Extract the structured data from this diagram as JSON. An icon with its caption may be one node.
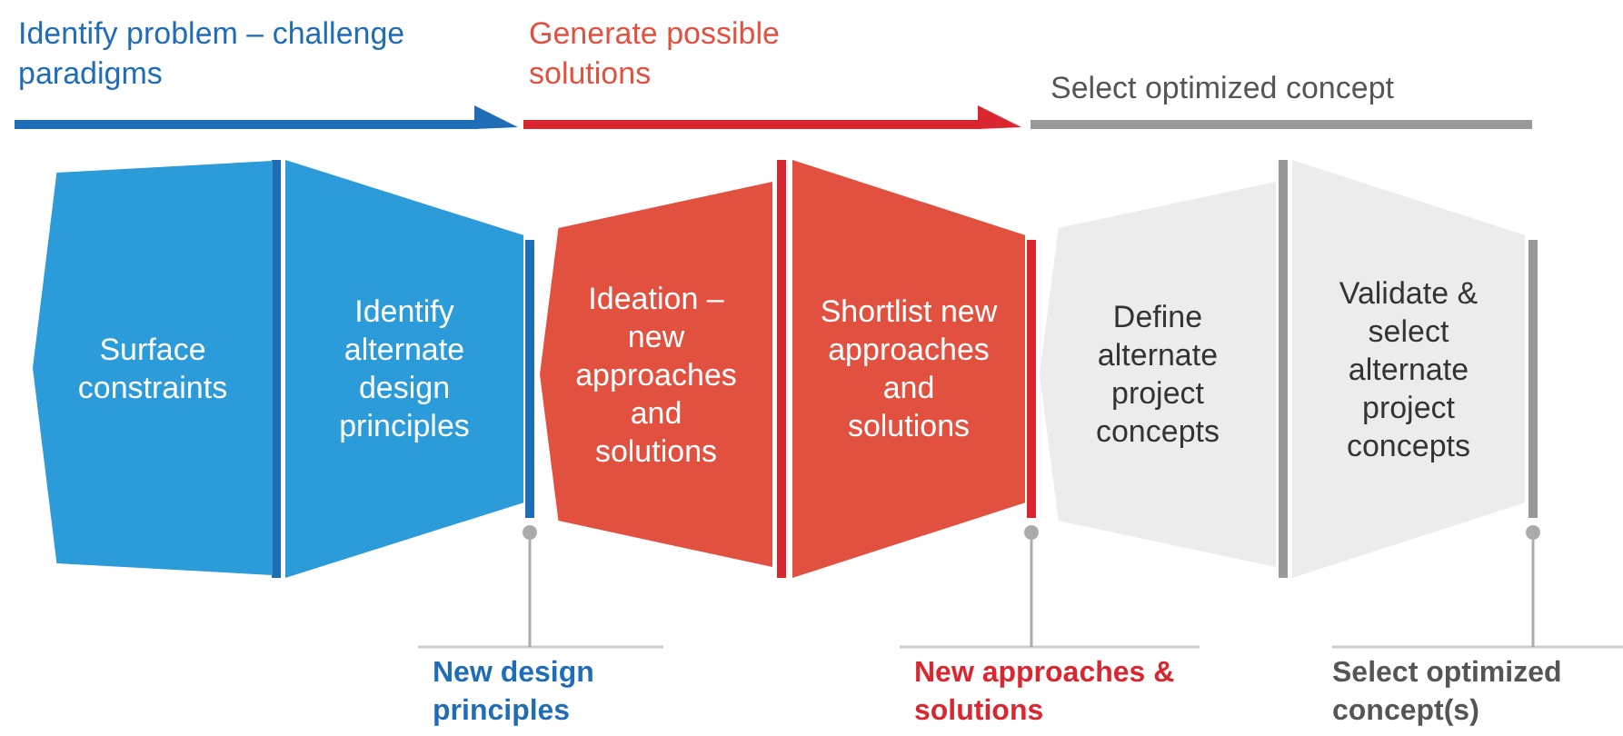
{
  "diagram": {
    "nodes": [
      {
        "text": [
          "Surface constraints"
        ]
      },
      {
        "text": [
          "Identify alternate design principles"
        ]
      },
      {
        "text": [
          "Ideation – new approaches and solutions"
        ]
      },
      {
        "text": [
          "Shortlist new approaches and solutions"
        ]
      },
      {
        "text": [
          "Define alternate project concepts"
        ]
      },
      {
        "text": [
          "Validate & select alternate project concepts"
        ]
      },
      {
        "text": [
          "New design principles"
        ]
      },
      {
        "text": [
          "New approaches & solutions"
        ]
      },
      {
        "text": [
          "Select optimized concept(s)"
        ]
      },
      {
        "text": [],
        "shape": "bar"
      },
      {
        "text": [],
        "shape": "bar"
      },
      {
        "text": [],
        "shape": "bar"
      }
    ],
    "edges": [
      {
        "from": 6,
        "to": 9,
        "arrow": "other"
      },
      {
        "from": 7,
        "to": 10,
        "arrow": "other"
      },
      {
        "from": 8,
        "to": 11,
        "arrow": "other"
      }
    ],
    "labels": [
      "Identify problem – challenge paradigms",
      "Generate possible solutions",
      "Select optimized concept"
    ]
  }
}
